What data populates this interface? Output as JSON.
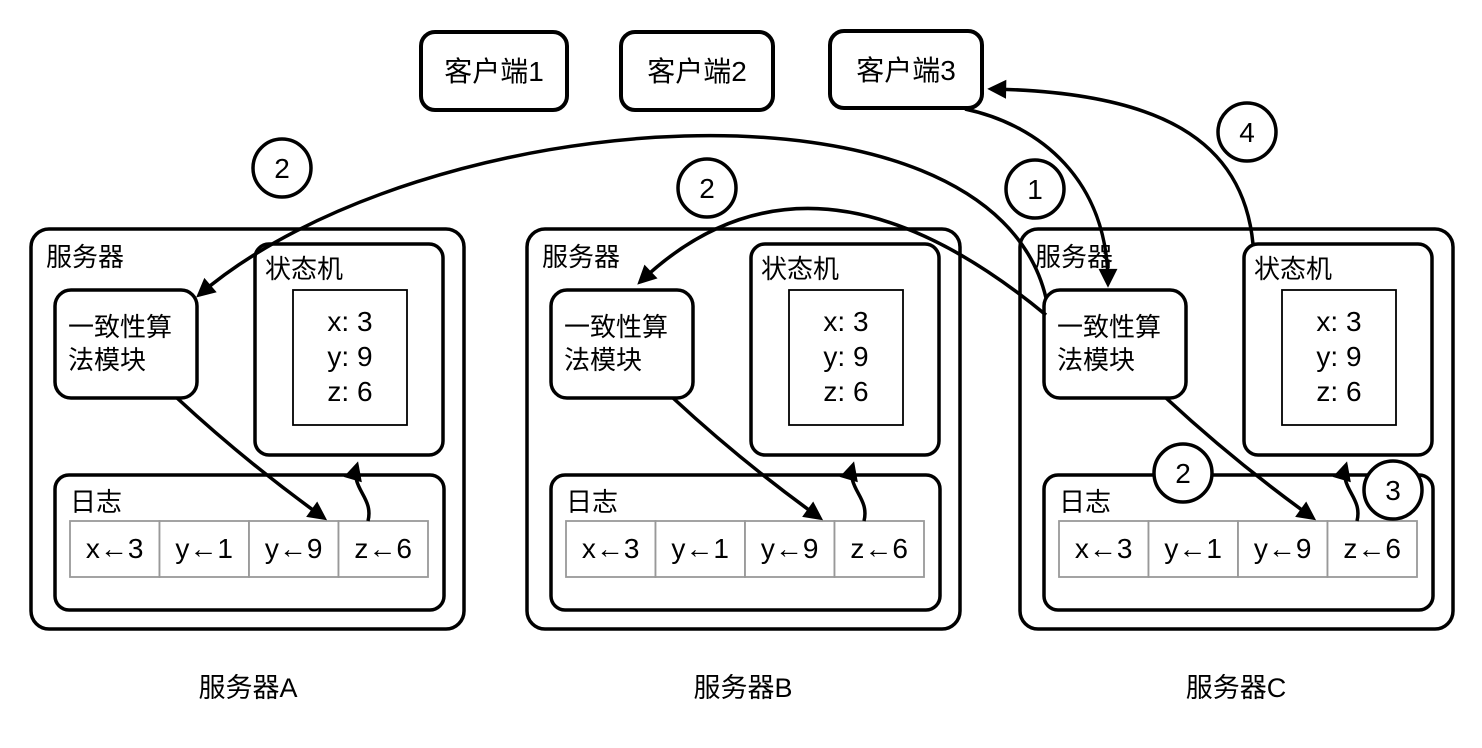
{
  "clients": [
    {
      "label": "客户端1"
    },
    {
      "label": "客户端2"
    },
    {
      "label": "客户端3"
    }
  ],
  "servers": [
    {
      "box_label": "服务器",
      "caption": "服务器A",
      "consensus_module": {
        "lines": [
          "一致性算",
          "法模块"
        ]
      },
      "state_machine": {
        "label": "状态机",
        "entries": [
          "x: 3",
          "y: 9",
          "z: 6"
        ]
      },
      "log": {
        "label": "日志",
        "entries": [
          "x←3",
          "y←1",
          "y←9",
          "z←6"
        ]
      }
    },
    {
      "box_label": "服务器",
      "caption": "服务器B",
      "consensus_module": {
        "lines": [
          "一致性算",
          "法模块"
        ]
      },
      "state_machine": {
        "label": "状态机",
        "entries": [
          "x: 3",
          "y: 9",
          "z: 6"
        ]
      },
      "log": {
        "label": "日志",
        "entries": [
          "x←3",
          "y←1",
          "y←9",
          "z←6"
        ]
      }
    },
    {
      "box_label": "服务器",
      "caption": "服务器C",
      "consensus_module": {
        "lines": [
          "一致性算",
          "法模块"
        ]
      },
      "state_machine": {
        "label": "状态机",
        "entries": [
          "x: 3",
          "y: 9",
          "z: 6"
        ]
      },
      "log": {
        "label": "日志",
        "entries": [
          "x←3",
          "y←1",
          "y←9",
          "z←6"
        ]
      }
    }
  ],
  "step_markers": [
    {
      "label": "2"
    },
    {
      "label": "2"
    },
    {
      "label": "1"
    },
    {
      "label": "4"
    },
    {
      "label": "2"
    },
    {
      "label": "3"
    }
  ],
  "colors": {
    "stroke": "#000000",
    "log_cell_border": "#999999",
    "background": "#ffffff"
  }
}
